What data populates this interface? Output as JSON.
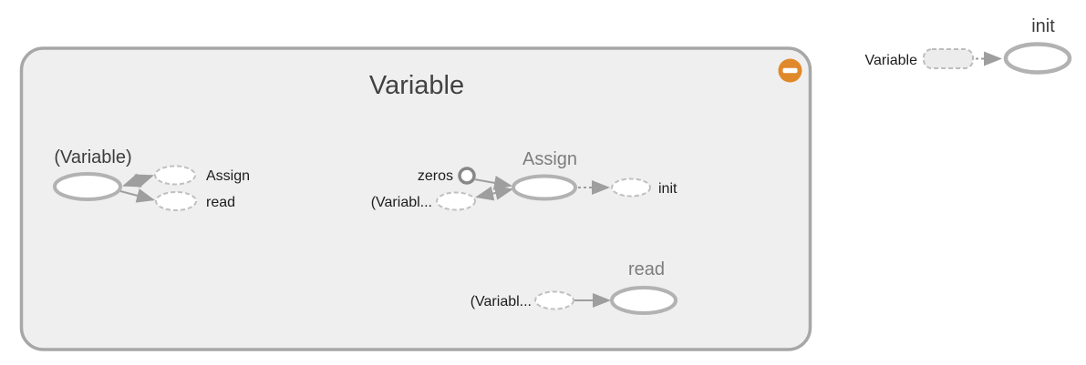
{
  "graph": {
    "kind": "tensorflow-graph-visualization",
    "expanded_namespace": {
      "title": "Variable",
      "collapse_button": "minus"
    },
    "nodes": {
      "variable": {
        "title": "(Variable)",
        "annotations": {
          "assign_out": "Assign",
          "read_out": "read"
        }
      },
      "assign": {
        "title": "Assign",
        "annotations": {
          "zeros_in": "zeros",
          "variable_in": "(Variabl...",
          "init_out": "init"
        }
      },
      "read": {
        "title": "read",
        "annotations": {
          "variable_in": "(Variabl..."
        }
      },
      "init": {
        "title": "init",
        "annotations": {
          "variable_in": "Variable"
        }
      }
    },
    "colors": {
      "namespace_fill": "#efefef",
      "namespace_stroke": "#a7a7a7",
      "node_stroke": "#b2b2b2",
      "annotation_stroke": "#c0c0c0",
      "edge": "#9e9e9e",
      "collapse_button_orange": "#e0892a",
      "namespace_title_text": "#424242",
      "node_title_text": "#3c3c3c",
      "annotation_text": "#1c1c1c"
    }
  }
}
